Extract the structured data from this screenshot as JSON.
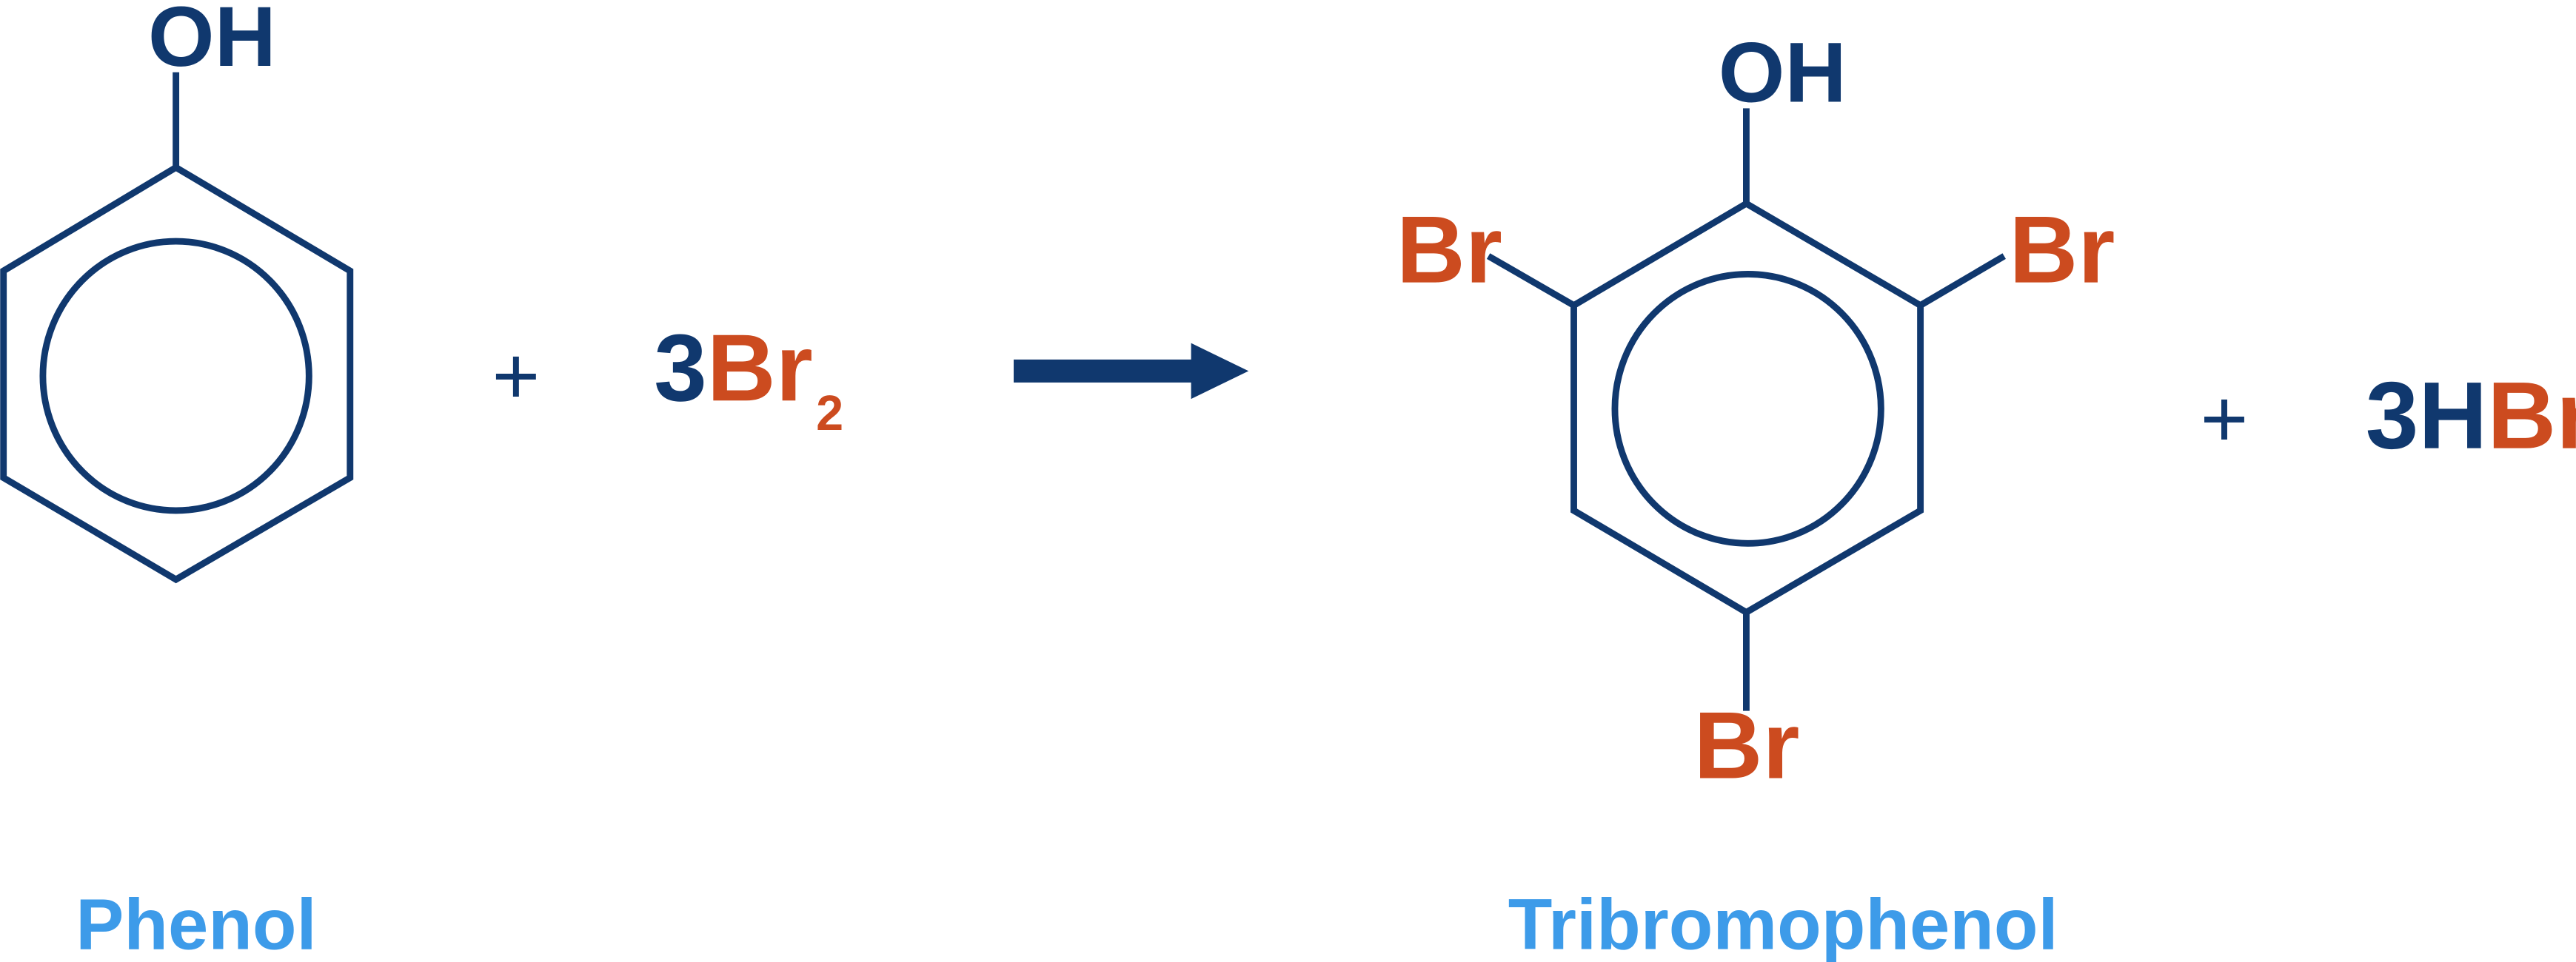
{
  "colors": {
    "bond": "#10386e",
    "bromine": "#cc4b1f",
    "label": "#3d9be9"
  },
  "reactant": {
    "hydroxyl": "OH",
    "label": "Phenol"
  },
  "plus_1": "+",
  "reagent": {
    "coefficient": "3",
    "element": "Br",
    "subscript": "2"
  },
  "arrow": "reaction-arrow",
  "product": {
    "hydroxyl": "OH",
    "substituent_left": "Br",
    "substituent_right": "Br",
    "substituent_bottom": "Br",
    "label": "Tribromophenol"
  },
  "plus_2": "+",
  "byproduct": {
    "coefficient": "3",
    "hydrogen": "H",
    "element": "Br"
  }
}
